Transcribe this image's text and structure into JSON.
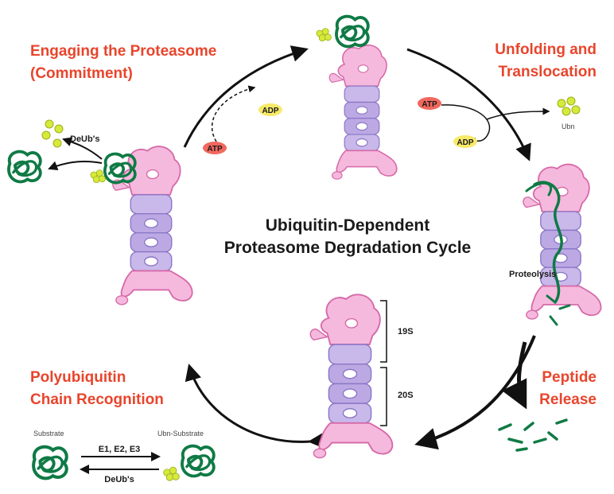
{
  "title_line1": "Ubiquitin-Dependent",
  "title_line2": "Proteasome Degradation Cycle",
  "stages": {
    "engaging_line1": "Engaging the Proteasome",
    "engaging_line2": "(Commitment)",
    "unfolding_line1": "Unfolding and",
    "unfolding_line2": "Translocation",
    "polyub_line1": "Polyubiquitin",
    "polyub_line2": "Chain Recognition",
    "peptide_line1": "Peptide",
    "peptide_line2": "Release"
  },
  "labels": {
    "deubs_top": "DeUb's",
    "atp_left": "ATP",
    "adp_left": "ADP",
    "atp_right": "ATP",
    "adp_right": "ADP",
    "ubn_right": "Ubn",
    "proteolysis": "Proteolysis",
    "size_19s": "19S",
    "size_20s": "20S",
    "substrate": "Substrate",
    "ubn_substrate": "Ubn-Substrate",
    "e_enzymes": "E1, E2, E3",
    "deubs_bottom": "DeUb's"
  },
  "colors": {
    "accent_red": "#e8452c",
    "lid_pink": "#f2a8d6",
    "core_purple": "#b8a8e0",
    "substrate_green": "#0f7a45",
    "ubiquitin_yellow": "#d6ea3a",
    "atp_fill": "#f2685e",
    "adp_fill": "#f7ea6a"
  }
}
